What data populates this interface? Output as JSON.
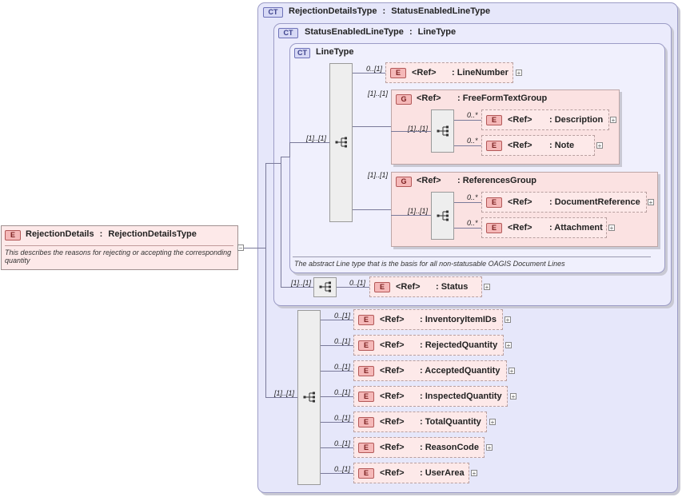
{
  "badges": {
    "complex_type": "CT",
    "element": "E",
    "group": "G"
  },
  "outer": {
    "name": "RejectionDetailsType",
    "sep": ":",
    "base": "StatusEnabledLineType"
  },
  "status_enabled": {
    "name": "StatusEnabledLineType",
    "sep": ":",
    "base": "LineType"
  },
  "line_type": {
    "name": "LineType",
    "doc": "The abstract Line type that is the basis for all non-statusable OAGIS Document Lines"
  },
  "root": {
    "name": "RejectionDetails",
    "sep": ":",
    "type": "RejectionDetailsType",
    "doc": "This describes the reasons for rejecting or accepting the corresponding quantity"
  },
  "ref": "<Ref>",
  "line_number": {
    "card": "0..[1]",
    "name": ": LineNumber"
  },
  "free_form_group": {
    "card": "[1]..[1]",
    "seq_card": "[1]..[1]",
    "name": ": FreeFormTextGroup",
    "items": [
      {
        "card": "0..*",
        "name": ": Description"
      },
      {
        "card": "0..*",
        "name": ": Note"
      }
    ]
  },
  "references_group": {
    "card": "[1]..[1]",
    "seq_card": "[1]..[1]",
    "name": ": ReferencesGroup",
    "items": [
      {
        "card": "0..*",
        "name": ": DocumentReference"
      },
      {
        "card": "0..*",
        "name": ": Attachment"
      }
    ]
  },
  "line_seq_card": "[1]..[1]",
  "status": {
    "seq_card": "[1]..[1]",
    "card": "0..[1]",
    "name": ": Status"
  },
  "details_seq_card": "[1]..[1]",
  "details": [
    {
      "card": "0..[1]",
      "name": ": InventoryItemIDs"
    },
    {
      "card": "0..[1]",
      "name": ": RejectedQuantity"
    },
    {
      "card": "0..[1]",
      "name": ": AcceptedQuantity"
    },
    {
      "card": "0..[1]",
      "name": ": InspectedQuantity"
    },
    {
      "card": "0..[1]",
      "name": ": TotalQuantity"
    },
    {
      "card": "0..[1]",
      "name": ": ReasonCode"
    },
    {
      "card": "0..[1]",
      "name": ": UserArea"
    }
  ],
  "plus_symbol": "+",
  "minus_symbol": "−"
}
